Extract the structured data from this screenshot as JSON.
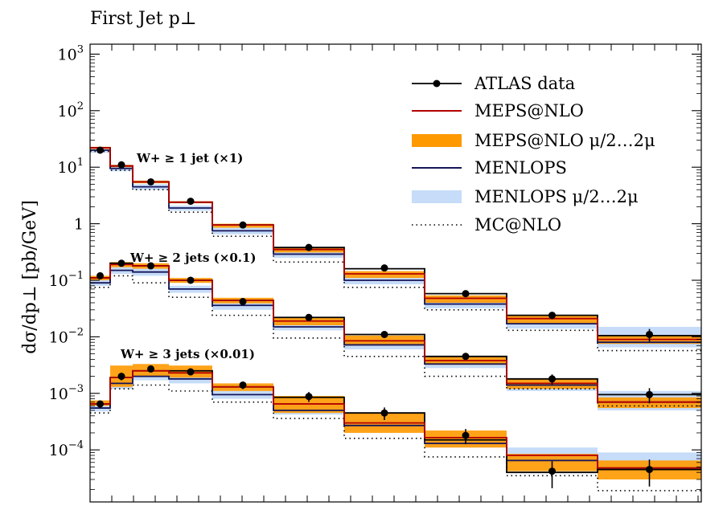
{
  "chart_data": {
    "type": "line",
    "title": "First Jet p⊥",
    "ylabel": "dσ/dp⊥ [pb/GeV]",
    "xlabel": "",
    "yscale": "log",
    "ylim": [
      1.2e-05,
      1500
    ],
    "y_ticks": [
      {
        "v": 1000,
        "base": "10",
        "exp": "3"
      },
      {
        "v": 100,
        "base": "10",
        "exp": "2"
      },
      {
        "v": 10,
        "base": "10",
        "exp": "1"
      },
      {
        "v": 1,
        "base": "1",
        "exp": ""
      },
      {
        "v": 0.1,
        "base": "10",
        "exp": "−1"
      },
      {
        "v": 0.01,
        "base": "10",
        "exp": "−2"
      },
      {
        "v": 0.001,
        "base": "10",
        "exp": "−3"
      },
      {
        "v": 0.0001,
        "base": "10",
        "exp": "−4"
      }
    ],
    "x_tick_labels": "none",
    "legend_position": "top-right",
    "legend": [
      {
        "key": "data",
        "label": "ATLAS data"
      },
      {
        "key": "meps",
        "label": "MEPS@NLO"
      },
      {
        "key": "meps_band",
        "label": "MEPS@NLO μ/2…2μ"
      },
      {
        "key": "menlops",
        "label": "MENLOPS"
      },
      {
        "key": "menlops_band",
        "label": "MENLOPS μ/2…2μ"
      },
      {
        "key": "mcnlo",
        "label": "MC@NLO"
      }
    ],
    "colors": {
      "data": "#000000",
      "meps": "#b30000",
      "meps_band": "#ff9900",
      "menlops": "#14145a",
      "menlops_band": "#c6dcf8",
      "mcnlo": "#000000",
      "black_line": "#000000"
    },
    "groups": [
      {
        "label": "W+ ≥ 1 jet (×1)",
        "bins": [
          1,
          2,
          3,
          4,
          5,
          6,
          7,
          8,
          9,
          10
        ],
        "data": [
          20,
          11,
          5.5,
          2.5,
          0.95,
          0.38,
          0.165,
          0.058,
          0.024,
          0.011
        ],
        "data_err": [
          0.05,
          0.05,
          0.05,
          0.05,
          0.06,
          0.06,
          0.08,
          0.1,
          0.15,
          0.25
        ],
        "meps": [
          22,
          10.5,
          5.5,
          2.4,
          0.95,
          0.35,
          0.13,
          0.048,
          0.021,
          0.009
        ],
        "meps_band": [
          [
            21,
            23
          ],
          [
            10,
            11
          ],
          [
            5.2,
            5.8
          ],
          [
            2.3,
            2.5
          ],
          [
            0.85,
            1.0
          ],
          [
            0.31,
            0.37
          ],
          [
            0.11,
            0.145
          ],
          [
            0.04,
            0.054
          ],
          [
            0.017,
            0.024
          ],
          [
            0.0075,
            0.0105
          ]
        ],
        "menlops": [
          20,
          9.5,
          4.5,
          1.9,
          0.75,
          0.29,
          0.1,
          0.038,
          0.017,
          0.008
        ],
        "menlops_band": [
          [
            18,
            22
          ],
          [
            8.5,
            10.5
          ],
          [
            4.0,
            5.0
          ],
          [
            1.7,
            2.1
          ],
          [
            0.65,
            0.85
          ],
          [
            0.25,
            0.32
          ],
          [
            0.085,
            0.115
          ],
          [
            0.032,
            0.044
          ],
          [
            0.014,
            0.019
          ],
          [
            0.0065,
            0.015
          ]
        ],
        "mcnlo": [
          19,
          8.8,
          4.0,
          1.6,
          0.6,
          0.21,
          0.075,
          0.03,
          0.013,
          0.0057
        ],
        "black_line": [
          22,
          10.5,
          5.5,
          2.4,
          0.95,
          0.38,
          0.16,
          0.058,
          0.024,
          0.0105
        ]
      },
      {
        "label": "W+ ≥ 2 jets (×0.1)",
        "bins": [
          0.12,
          0.2,
          0.18,
          0.1,
          0.042,
          0.022,
          0.011,
          0.0045,
          0.0018,
          0.00095
        ],
        "data": [
          0.12,
          0.2,
          0.18,
          0.1,
          0.042,
          0.022,
          0.011,
          0.0045,
          0.0018,
          0.00095
        ],
        "data_err": [
          0.05,
          0.05,
          0.05,
          0.05,
          0.06,
          0.08,
          0.1,
          0.12,
          0.2,
          0.3
        ],
        "meps": [
          0.11,
          0.19,
          0.18,
          0.1,
          0.044,
          0.019,
          0.0085,
          0.0038,
          0.0015,
          0.0007
        ],
        "meps_band": [
          [
            0.1,
            0.12
          ],
          [
            0.17,
            0.21
          ],
          [
            0.16,
            0.2
          ],
          [
            0.09,
            0.11
          ],
          [
            0.039,
            0.049
          ],
          [
            0.016,
            0.022
          ],
          [
            0.007,
            0.0105
          ],
          [
            0.0032,
            0.0045
          ],
          [
            0.0012,
            0.0018
          ],
          [
            0.00055,
            0.00085
          ]
        ],
        "menlops": [
          0.09,
          0.15,
          0.14,
          0.07,
          0.036,
          0.015,
          0.0072,
          0.0033,
          0.0014,
          0.0007
        ],
        "menlops_band": [
          [
            0.08,
            0.1
          ],
          [
            0.13,
            0.17
          ],
          [
            0.12,
            0.16
          ],
          [
            0.06,
            0.08
          ],
          [
            0.03,
            0.042
          ],
          [
            0.013,
            0.018
          ],
          [
            0.006,
            0.0085
          ],
          [
            0.0028,
            0.0045
          ],
          [
            0.0011,
            0.0017
          ],
          [
            0.0005,
            0.0011
          ]
        ],
        "mcnlo": [
          0.075,
          0.12,
          0.09,
          0.05,
          0.024,
          0.0095,
          0.0045,
          0.002,
          0.0012,
          0.0006
        ],
        "black_line": [
          0.11,
          0.2,
          0.18,
          0.1,
          0.044,
          0.022,
          0.011,
          0.0045,
          0.0018,
          0.00095
        ]
      },
      {
        "label": "W+ ≥ 3 jets (×0.01)",
        "bins": [
          0.00065,
          0.002,
          0.0027,
          0.0024,
          0.0014,
          0.00088,
          0.00045,
          0.00018,
          4.2e-05,
          4.5e-05
        ],
        "data": [
          0.00065,
          0.002,
          0.0027,
          0.0024,
          0.0014,
          0.00088,
          0.00045,
          0.00018,
          4.2e-05,
          4.5e-05
        ],
        "data_err": [
          0.15,
          0.15,
          0.1,
          0.12,
          0.15,
          0.2,
          0.25,
          0.3,
          0.5,
          0.5
        ],
        "meps": [
          0.00065,
          0.0019,
          0.0025,
          0.0023,
          0.0013,
          0.00065,
          0.0003,
          0.000165,
          8e-05,
          4.8e-05
        ],
        "meps_band": [
          [
            0.0006,
            0.00075
          ],
          [
            0.0013,
            0.0031
          ],
          [
            0.002,
            0.0033
          ],
          [
            0.0019,
            0.0031
          ],
          [
            0.0011,
            0.0015
          ],
          [
            0.00045,
            0.0009
          ],
          [
            0.0002,
            0.00045
          ],
          [
            0.00011,
            0.00022
          ],
          [
            4.2e-05,
            8.5e-05
          ],
          [
            3e-05,
            6.5e-05
          ]
        ],
        "menlops": [
          0.00055,
          0.0015,
          0.002,
          0.0018,
          0.00095,
          0.0005,
          0.00027,
          0.00013,
          6.5e-05,
          4.5e-05
        ],
        "menlops_band": [
          [
            0.00048,
            0.00062
          ],
          [
            0.0012,
            0.0017
          ],
          [
            0.0017,
            0.0023
          ],
          [
            0.0015,
            0.0021
          ],
          [
            0.0008,
            0.0011
          ],
          [
            0.00042,
            0.0006
          ],
          [
            0.00022,
            0.00033
          ],
          [
            0.00011,
            0.00016
          ],
          [
            6e-05,
            0.00011
          ],
          [
            4e-05,
            9e-05
          ]
        ],
        "mcnlo": [
          0.00045,
          0.0012,
          0.0014,
          0.0011,
          0.0007,
          0.00036,
          0.00016,
          7.5e-05,
          3.5e-05,
          1.9e-05
        ],
        "black_line": [
          0.00065,
          0.0019,
          0.0025,
          0.0025,
          0.0013,
          0.00085,
          0.00045,
          0.00015,
          4e-05,
          4.5e-05
        ]
      }
    ],
    "bin_edges_index": [
      0,
      1,
      2,
      3,
      4,
      5,
      6,
      7,
      8,
      9,
      10
    ]
  }
}
